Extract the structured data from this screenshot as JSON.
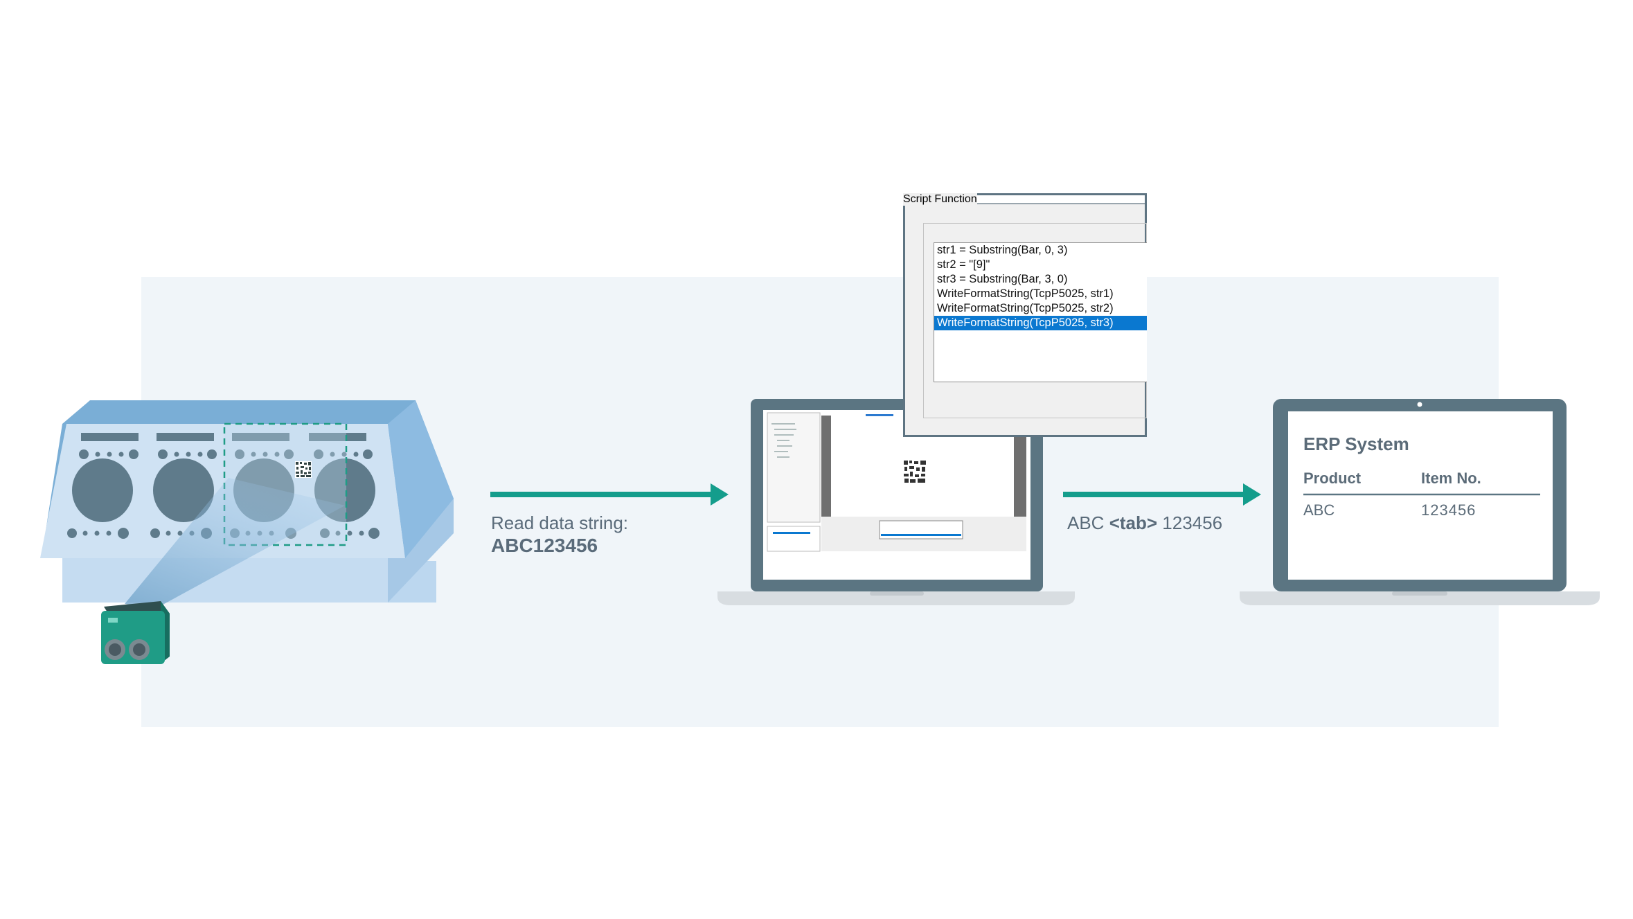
{
  "labels": {
    "read_caption": "Read data string:",
    "read_value": "ABC123456",
    "output_part1": "ABC ",
    "output_tab": "<tab>",
    "output_part2": " 123456"
  },
  "script_window": {
    "legend": "Script Function",
    "lines": [
      "str1 = Substring(Bar, 0, 3)",
      "str2 = \"[9]\"",
      "str3 = Substring(Bar, 3, 0)",
      "WriteFormatString(TcpP5025, str1)",
      "WriteFormatString(TcpP5025, str2)",
      "WriteFormatString(TcpP5025, str3)"
    ],
    "selected_index": 5
  },
  "erp": {
    "title": "ERP System",
    "headers": [
      "Product",
      "Item No."
    ],
    "row": [
      "ABC",
      "123456"
    ]
  },
  "colors": {
    "arrow": "#149d8c",
    "laptop_frame": "#5b7582",
    "laptop_base": "#d8dde1",
    "panel_bg": "#f0f5f9",
    "fixture_top": "#7aaed6",
    "fixture_face": "#cfe2f3",
    "fixture_side": "#a9cbe8",
    "hole": "#5f7b8b",
    "camera": "#1f9c86",
    "text": "#5a6b7a"
  }
}
